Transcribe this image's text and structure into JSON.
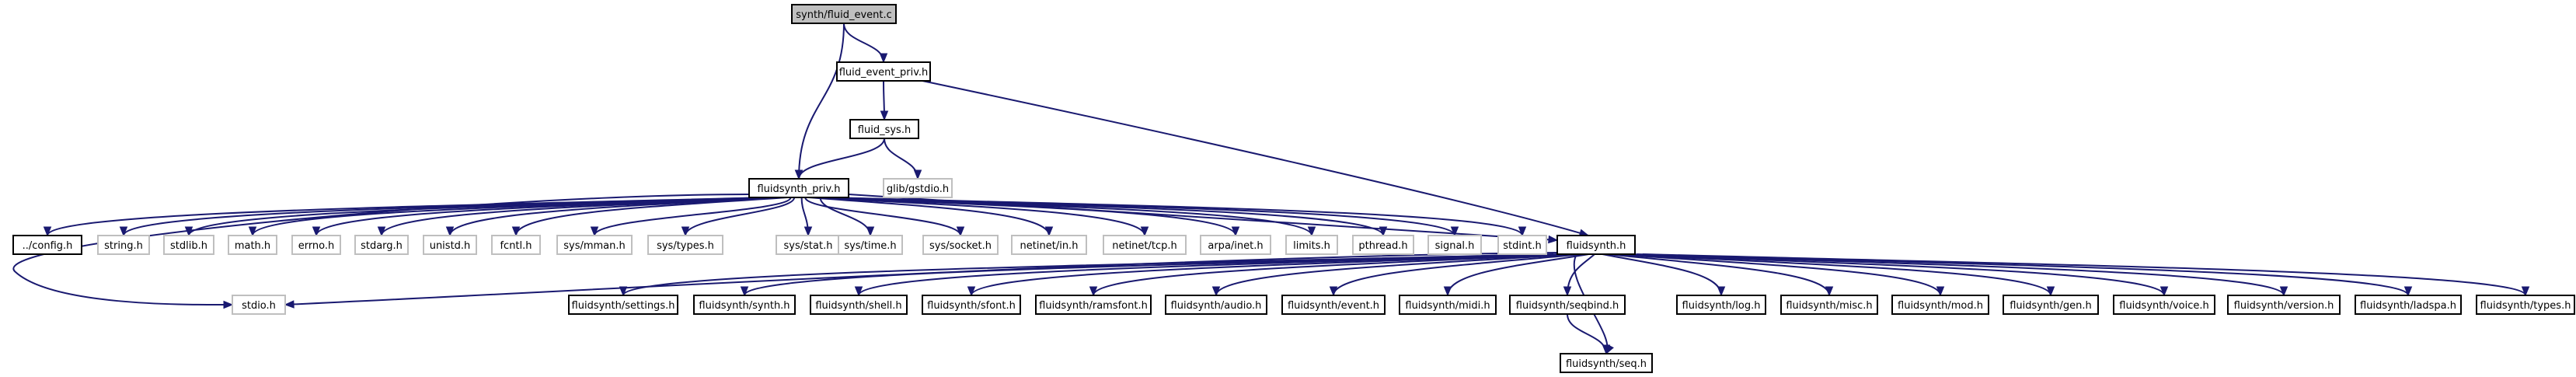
{
  "colors": {
    "edge": "#191970",
    "node_border": "#000000",
    "node_border_missing": "#bfbfbf",
    "root_fill": "#bfbfbf",
    "node_fill": "#ffffff"
  },
  "nodes": [
    {
      "id": "root",
      "label": "synth/fluid_event.c",
      "kind": "root"
    },
    {
      "id": "event_priv",
      "label": "fluid_event_priv.h",
      "kind": "documented"
    },
    {
      "id": "sys",
      "label": "fluid_sys.h",
      "kind": "documented"
    },
    {
      "id": "gstdio",
      "label": "glib/gstdio.h",
      "kind": "external"
    },
    {
      "id": "priv",
      "label": "fluidsynth_priv.h",
      "kind": "documented"
    },
    {
      "id": "config",
      "label": "../config.h",
      "kind": "documented"
    },
    {
      "id": "string",
      "label": "string.h",
      "kind": "external"
    },
    {
      "id": "stdlib",
      "label": "stdlib.h",
      "kind": "external"
    },
    {
      "id": "math",
      "label": "math.h",
      "kind": "external"
    },
    {
      "id": "errno",
      "label": "errno.h",
      "kind": "external"
    },
    {
      "id": "stdarg",
      "label": "stdarg.h",
      "kind": "external"
    },
    {
      "id": "unistd",
      "label": "unistd.h",
      "kind": "external"
    },
    {
      "id": "fcntl",
      "label": "fcntl.h",
      "kind": "external"
    },
    {
      "id": "mman",
      "label": "sys/mman.h",
      "kind": "external"
    },
    {
      "id": "types",
      "label": "sys/types.h",
      "kind": "external"
    },
    {
      "id": "stat",
      "label": "sys/stat.h",
      "kind": "external"
    },
    {
      "id": "time",
      "label": "sys/time.h",
      "kind": "external"
    },
    {
      "id": "socket",
      "label": "sys/socket.h",
      "kind": "external"
    },
    {
      "id": "netin",
      "label": "netinet/in.h",
      "kind": "external"
    },
    {
      "id": "nettcp",
      "label": "netinet/tcp.h",
      "kind": "external"
    },
    {
      "id": "arpa",
      "label": "arpa/inet.h",
      "kind": "external"
    },
    {
      "id": "limits",
      "label": "limits.h",
      "kind": "external"
    },
    {
      "id": "pthread",
      "label": "pthread.h",
      "kind": "external"
    },
    {
      "id": "signal",
      "label": "signal.h",
      "kind": "external"
    },
    {
      "id": "stdint",
      "label": "stdint.h",
      "kind": "external"
    },
    {
      "id": "fluidsynth",
      "label": "fluidsynth.h",
      "kind": "documented"
    },
    {
      "id": "stdio",
      "label": "stdio.h",
      "kind": "external"
    },
    {
      "id": "settings",
      "label": "fluidsynth/settings.h",
      "kind": "documented"
    },
    {
      "id": "synth",
      "label": "fluidsynth/synth.h",
      "kind": "documented"
    },
    {
      "id": "shell",
      "label": "fluidsynth/shell.h",
      "kind": "documented"
    },
    {
      "id": "sfont",
      "label": "fluidsynth/sfont.h",
      "kind": "documented"
    },
    {
      "id": "ramsfont",
      "label": "fluidsynth/ramsfont.h",
      "kind": "documented"
    },
    {
      "id": "audio",
      "label": "fluidsynth/audio.h",
      "kind": "documented"
    },
    {
      "id": "event",
      "label": "fluidsynth/event.h",
      "kind": "documented"
    },
    {
      "id": "midi",
      "label": "fluidsynth/midi.h",
      "kind": "documented"
    },
    {
      "id": "seqbind",
      "label": "fluidsynth/seqbind.h",
      "kind": "documented"
    },
    {
      "id": "seq",
      "label": "fluidsynth/seq.h",
      "kind": "documented"
    },
    {
      "id": "log",
      "label": "fluidsynth/log.h",
      "kind": "documented"
    },
    {
      "id": "misc",
      "label": "fluidsynth/misc.h",
      "kind": "documented"
    },
    {
      "id": "mod",
      "label": "fluidsynth/mod.h",
      "kind": "documented"
    },
    {
      "id": "gen",
      "label": "fluidsynth/gen.h",
      "kind": "documented"
    },
    {
      "id": "voice",
      "label": "fluidsynth/voice.h",
      "kind": "documented"
    },
    {
      "id": "version",
      "label": "fluidsynth/version.h",
      "kind": "documented"
    },
    {
      "id": "ladspa",
      "label": "fluidsynth/ladspa.h",
      "kind": "documented"
    },
    {
      "id": "ftypes",
      "label": "fluidsynth/types.h",
      "kind": "documented"
    }
  ],
  "edges": [
    {
      "from": "root",
      "to": "event_priv"
    },
    {
      "from": "root",
      "to": "priv"
    },
    {
      "from": "event_priv",
      "to": "sys"
    },
    {
      "from": "event_priv",
      "to": "fluidsynth"
    },
    {
      "from": "sys",
      "to": "priv"
    },
    {
      "from": "sys",
      "to": "gstdio"
    },
    {
      "from": "priv",
      "to": "config"
    },
    {
      "from": "priv",
      "to": "string"
    },
    {
      "from": "priv",
      "to": "stdlib"
    },
    {
      "from": "priv",
      "to": "math"
    },
    {
      "from": "priv",
      "to": "errno"
    },
    {
      "from": "priv",
      "to": "stdarg"
    },
    {
      "from": "priv",
      "to": "unistd"
    },
    {
      "from": "priv",
      "to": "fcntl"
    },
    {
      "from": "priv",
      "to": "mman"
    },
    {
      "from": "priv",
      "to": "types"
    },
    {
      "from": "priv",
      "to": "stat"
    },
    {
      "from": "priv",
      "to": "time"
    },
    {
      "from": "priv",
      "to": "socket"
    },
    {
      "from": "priv",
      "to": "netin"
    },
    {
      "from": "priv",
      "to": "nettcp"
    },
    {
      "from": "priv",
      "to": "arpa"
    },
    {
      "from": "priv",
      "to": "limits"
    },
    {
      "from": "priv",
      "to": "pthread"
    },
    {
      "from": "priv",
      "to": "signal"
    },
    {
      "from": "priv",
      "to": "stdint"
    },
    {
      "from": "priv",
      "to": "fluidsynth"
    },
    {
      "from": "priv",
      "to": "stdio"
    },
    {
      "from": "fluidsynth",
      "to": "stdio"
    },
    {
      "from": "fluidsynth",
      "to": "settings"
    },
    {
      "from": "fluidsynth",
      "to": "synth"
    },
    {
      "from": "fluidsynth",
      "to": "shell"
    },
    {
      "from": "fluidsynth",
      "to": "sfont"
    },
    {
      "from": "fluidsynth",
      "to": "ramsfont"
    },
    {
      "from": "fluidsynth",
      "to": "audio"
    },
    {
      "from": "fluidsynth",
      "to": "event"
    },
    {
      "from": "fluidsynth",
      "to": "midi"
    },
    {
      "from": "fluidsynth",
      "to": "seqbind"
    },
    {
      "from": "fluidsynth",
      "to": "seq"
    },
    {
      "from": "fluidsynth",
      "to": "log"
    },
    {
      "from": "fluidsynth",
      "to": "misc"
    },
    {
      "from": "fluidsynth",
      "to": "mod"
    },
    {
      "from": "fluidsynth",
      "to": "gen"
    },
    {
      "from": "fluidsynth",
      "to": "voice"
    },
    {
      "from": "fluidsynth",
      "to": "version"
    },
    {
      "from": "fluidsynth",
      "to": "ladspa"
    },
    {
      "from": "fluidsynth",
      "to": "ftypes"
    },
    {
      "from": "seqbind",
      "to": "seq"
    }
  ]
}
